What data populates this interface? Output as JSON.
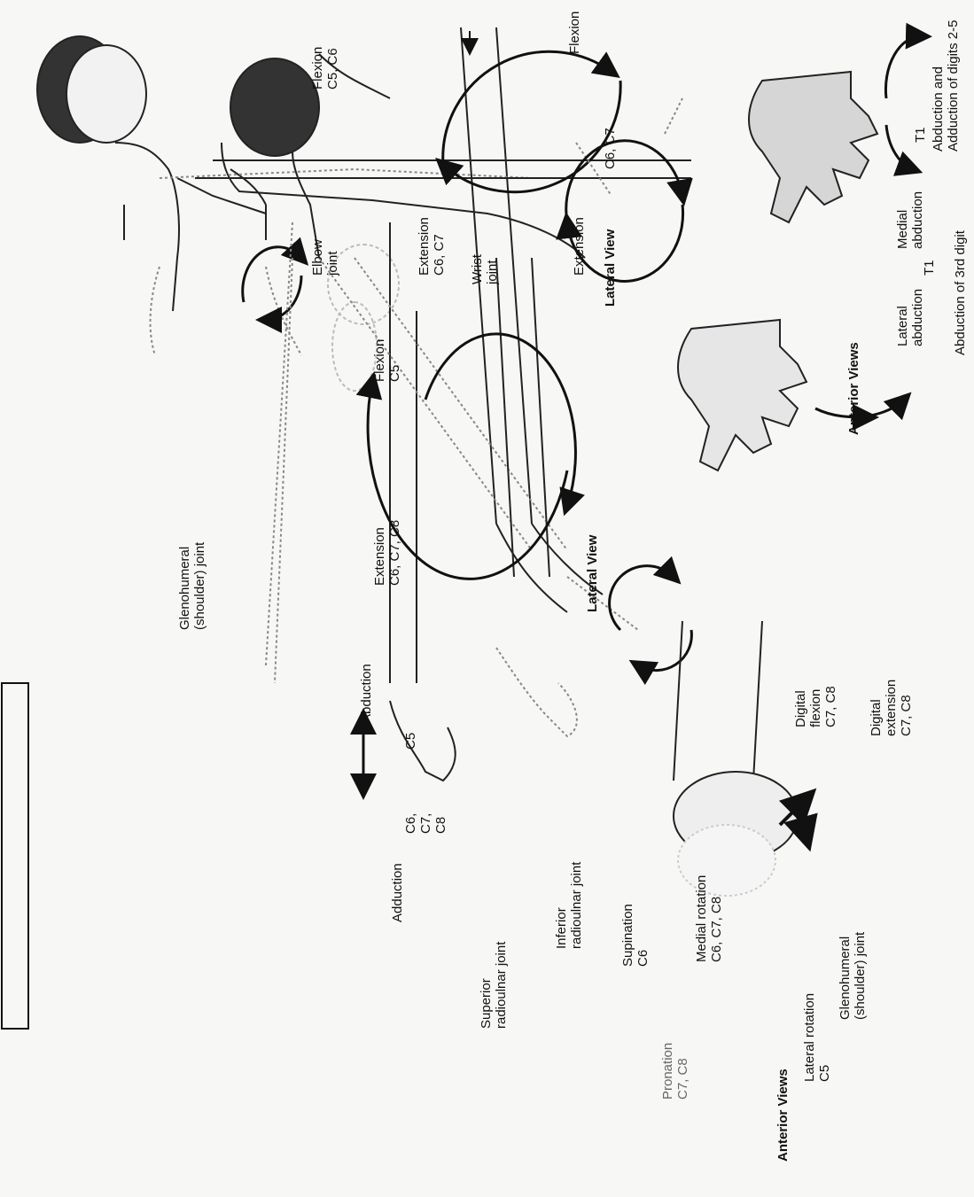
{
  "labels": {
    "glenohumeral_left": "Glenohumeral\n(shoulder) joint",
    "lateral_rotation": "Lateral rotation\nC5",
    "medial_rotation": "Medial rotation\nC6, C7, C8",
    "anterior_views_1": "Anterior Views",
    "abduction": "Abduction",
    "c5_abd": "C5",
    "c678_add": "C6,\nC7,\nC8",
    "adduction": "Adduction",
    "glenohumeral_top": "Glenohumeral\n(shoulder) joint",
    "superior_radioulnar": "Superior\nradioulnar joint",
    "inferior_radioulnar": "Inferior\nradioulnar joint",
    "supination": "Supination\nC6",
    "pronation": "Pronation\nC7, C8",
    "extension_shoulder": "Extension\nC6, C7, C8",
    "flexion_shoulder": "Flexion\nC5",
    "lateral_view_1": "Lateral View",
    "digital_flexion": "Digital\nflexion\nC7, C8",
    "digital_extension": "Digital\nextension\nC7, C8",
    "elbow_joint": "Elbow\njoint",
    "extension_elbow": "Extension\nC6, C7",
    "flexion_elbow": "Flexion\nC5, C6",
    "wrist_joint": "Wrist\njoint",
    "extension_wrist": "Extension",
    "c6c7_wrist": "C6, C7",
    "flexion_wrist": "Flexion",
    "lateral_view_2": "Lateral View",
    "anterior_views_2": "Anterior Views",
    "lateral_abduction": "Lateral\nabduction",
    "t1_a": "T1",
    "medial_abduction": "Medial\nabduction",
    "abduction_3rd": "Abduction of 3rd digit",
    "t1_b": "T1",
    "adduction_digits": "Abduction and\nAdduction of digits 2-5"
  },
  "colors": {
    "ink": "#111111",
    "sketch": "#777777",
    "shade": "#8a8a8a"
  }
}
